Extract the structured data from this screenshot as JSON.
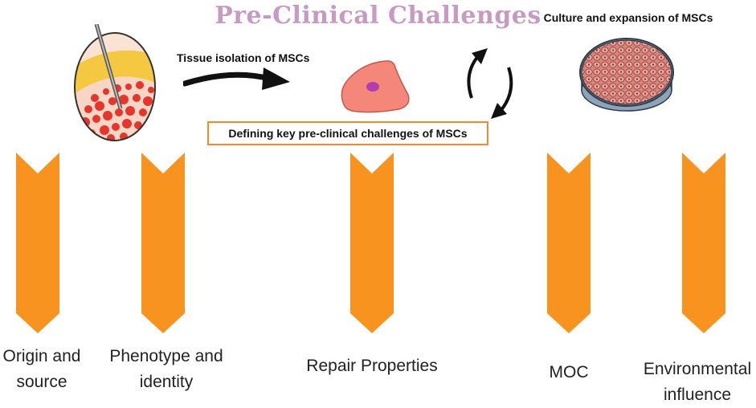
{
  "header": {
    "title": "Pre-Clinical Challenges"
  },
  "steps": {
    "tissue_isolation": "Tissue isolation of MSCs",
    "culture_expansion": "Culture and expansion of MSCs"
  },
  "key_box": {
    "label": "Defining key pre-clinical challenges of MSCs"
  },
  "categories": [
    {
      "line1": "Origin and",
      "line2": "source"
    },
    {
      "line1": "Phenotype and",
      "line2": "identity"
    },
    {
      "line1": "Repair Properties",
      "line2": ""
    },
    {
      "line1": "MOC",
      "line2": ""
    },
    {
      "line1": "Environmental",
      "line2": "influence"
    }
  ],
  "colors": {
    "chevron": "#f7931e",
    "title": "#c79ac4",
    "box_border": "#f08a2a"
  },
  "icons": {
    "bone_marrow": "bone-marrow-aspiration-icon",
    "cell": "msc-cell-icon",
    "cycle": "cycle-arrows-icon",
    "dish": "petri-dish-icon",
    "arrow": "curved-arrow-icon"
  }
}
